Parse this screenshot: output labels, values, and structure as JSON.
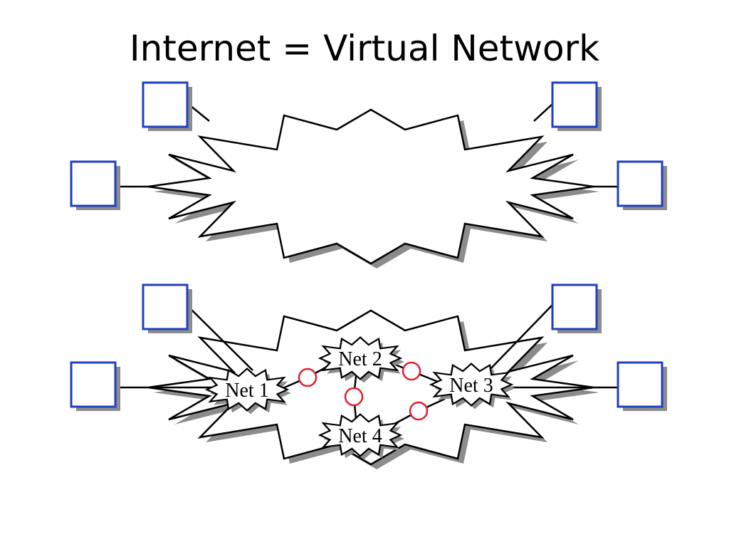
{
  "slide": {
    "title": "Internet = Virtual Network"
  },
  "colors": {
    "host_border": "#1f3fbf",
    "router_stroke": "#e0202e",
    "cloud_stroke": "#000000",
    "shadow": "#8c8c8c"
  },
  "top_diagram": {
    "hosts": [
      "host",
      "host",
      "host",
      "host"
    ]
  },
  "bottom_diagram": {
    "networks": [
      {
        "id": "net1",
        "label": "Net 1"
      },
      {
        "id": "net2",
        "label": "Net 2"
      },
      {
        "id": "net3",
        "label": "Net 3"
      },
      {
        "id": "net4",
        "label": "Net 4"
      }
    ],
    "router_count": 4
  }
}
